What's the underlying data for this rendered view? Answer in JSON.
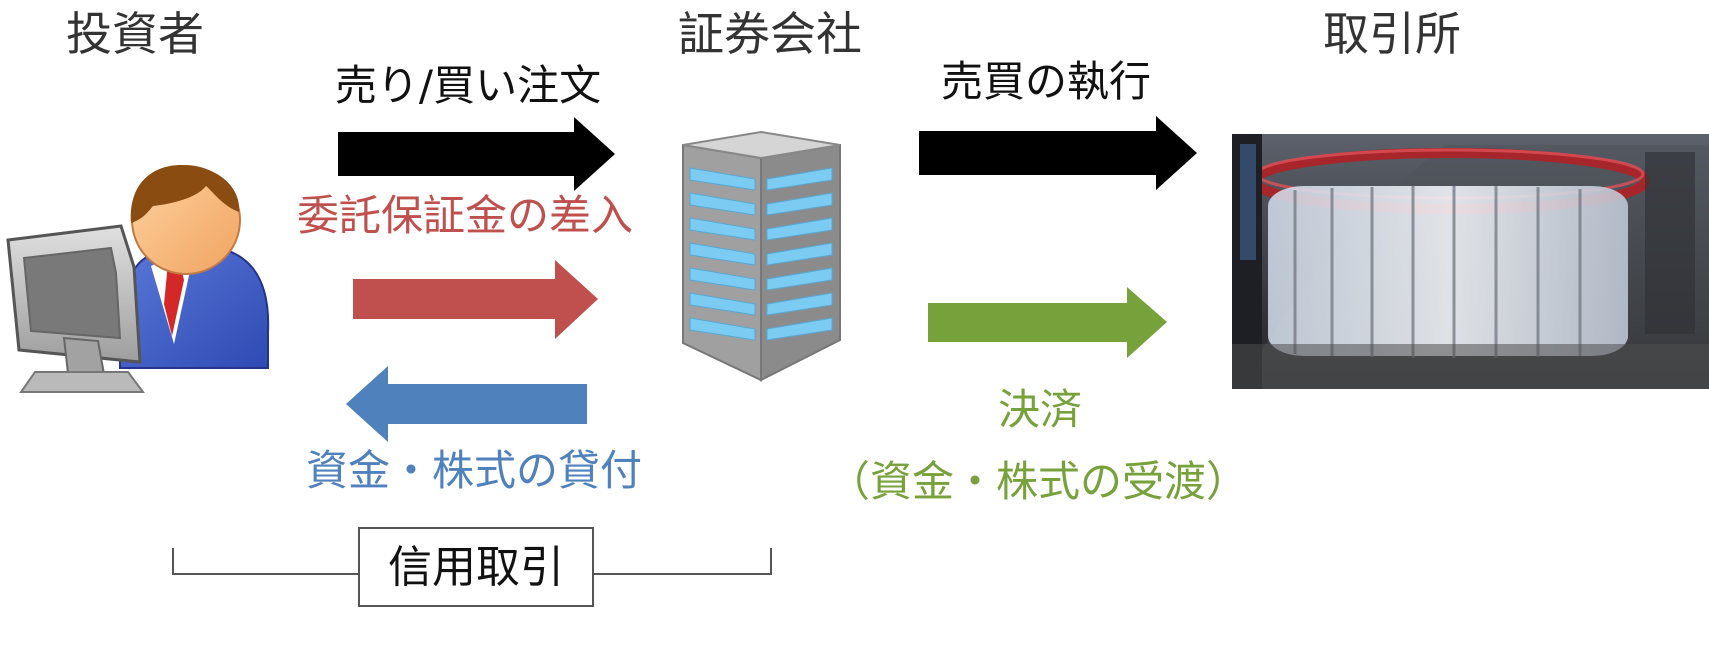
{
  "entities": {
    "investor": "投資者",
    "broker": "証券会社",
    "exchange": "取引所"
  },
  "flows": {
    "order": "売り/買い注文",
    "execution": "売買の執行",
    "margin_deposit": "委託保証金の差入",
    "lending": "資金・株式の貸付",
    "settlement_1": "決済",
    "settlement_2": "（資金・株式の受渡）"
  },
  "bracket_label": "信用取引",
  "colors": {
    "order_arrow": "#000000",
    "margin_arrow": "#c0504d",
    "lending_arrow": "#4f81bd",
    "settlement_arrow": "#77a13a",
    "margin_text": "#c0504d",
    "lending_text": "#4f81bd",
    "settlement_text": "#77a13a"
  }
}
